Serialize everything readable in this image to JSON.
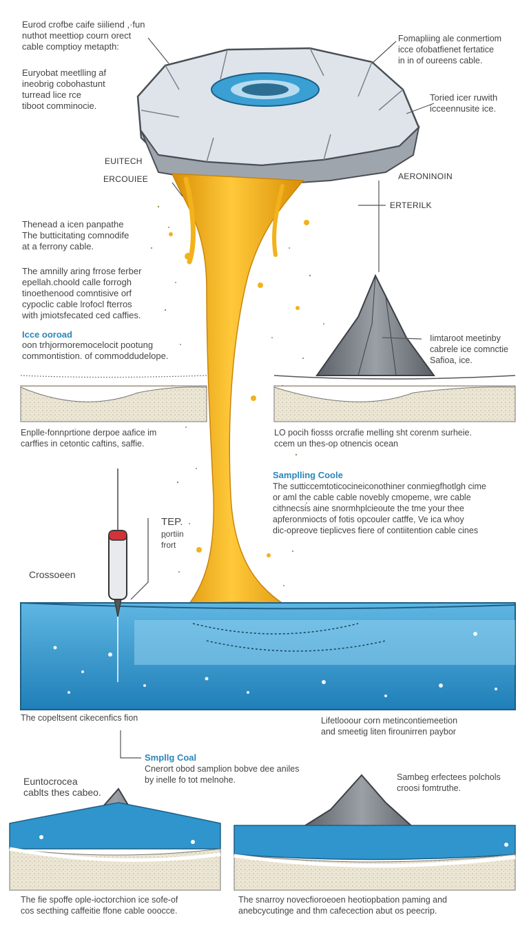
{
  "labels": {
    "top_left_1": "Eurod crofbe caife siiliend ,·fun\nnuthot meettiop courn orect\ncable comptioy metapth:",
    "top_left_2": "Euryobat meetlling af\nineobrig cobohastunt\nturread lice rce\ntiboot comminocie.",
    "top_right_1": "Fomapliing ale conmertiom\nicce ofobatfienet fertatice\nin in of oureens cable.",
    "top_right_2": "Toried icer ruwith\nicceennusite ice.",
    "eutech": "EUITECH",
    "ercouiee": "ERCOUIEE",
    "aeroninoin": "AERONINOIN",
    "erterilk": "ERTERILK",
    "left_mid_1": "Thenead a icen panpathe\nThe butticitating comnodife\nat a ferrony cable.",
    "left_mid_2": "The amnilly aring frrose ferber\nepellah.choold calle forrogh\ntinoethenood comntisive orf\ncypoclic cable lrofocl fterros\nwith jmiotsfecated ced caffies.",
    "ice_heading": "Icce ooroad",
    "ice_text": "oon trhjormoremocelocit pootung\ncommontistion. of commoddudelope.",
    "right_mount_label": "Iimtaroot meetinby\ncabrele ice comnctie\nSafioa, ice.",
    "left_strip_caption": "Enplle-fonnprtione derpoe aafice im\ncarffies in cetontic caftins, saffie.",
    "right_strip_caption": "LO   pocih fiosss orcrafie melling sht corenm surheie.\nccem  un thes-op otnencis ocean",
    "sampling_heading": "Samplling Coole",
    "sampling_text": "The sutticcemtoticocineiconothiner conmiegfhotlgh cime\nor aml  the cable cable novebly cmopeme, wre cable\ncithnecsis aine snormhplcieoute the tme your thee\napferonmiocts of fotis  opcouler catffe, Ve ica  whoy\ndic-opreove tieplicves fiere of contiitention cable cines",
    "tep_title": "TEP.",
    "tep_sub": "portiin\nfrort",
    "crossoeen": "Crossoeen",
    "water_left_caption": "The copeltsent cikecenfics fion",
    "water_right_caption": "Lifetlooour corn metincontiemeetion\nand smeetig liten firounirren paybor",
    "bottom_heading": "Smpllg Coal",
    "bottom_text": "Cnerort obod samplion bobve dee aniles\nby inelle fo tot melnohe.",
    "bottom_left_label": "Euntocrocea\ncablts thes cabeo.",
    "bottom_right_label": "Sambeg erfectees polchols\ncroosi fomtruthe.",
    "bottom_left_caption": "The fie spoffe ople-ioctorchion ice sofe-of\ncos secthing caffeitie ffone cable ooocce.",
    "bottom_right_caption": "The snarroy novecfioroeoen heotiopbation paming and\nanebcycutinge and thm cafecection abut os peecrip."
  },
  "colors": {
    "ice": "#d9dfe6",
    "ice_edge": "#8e969f",
    "melt": "#f2b21b",
    "melt_dark": "#d98e06",
    "ocean": "#2b8fc7",
    "ocean_light": "#7ec7ea",
    "sediment": "#e7e1cf",
    "rock": "#7c7f85"
  }
}
